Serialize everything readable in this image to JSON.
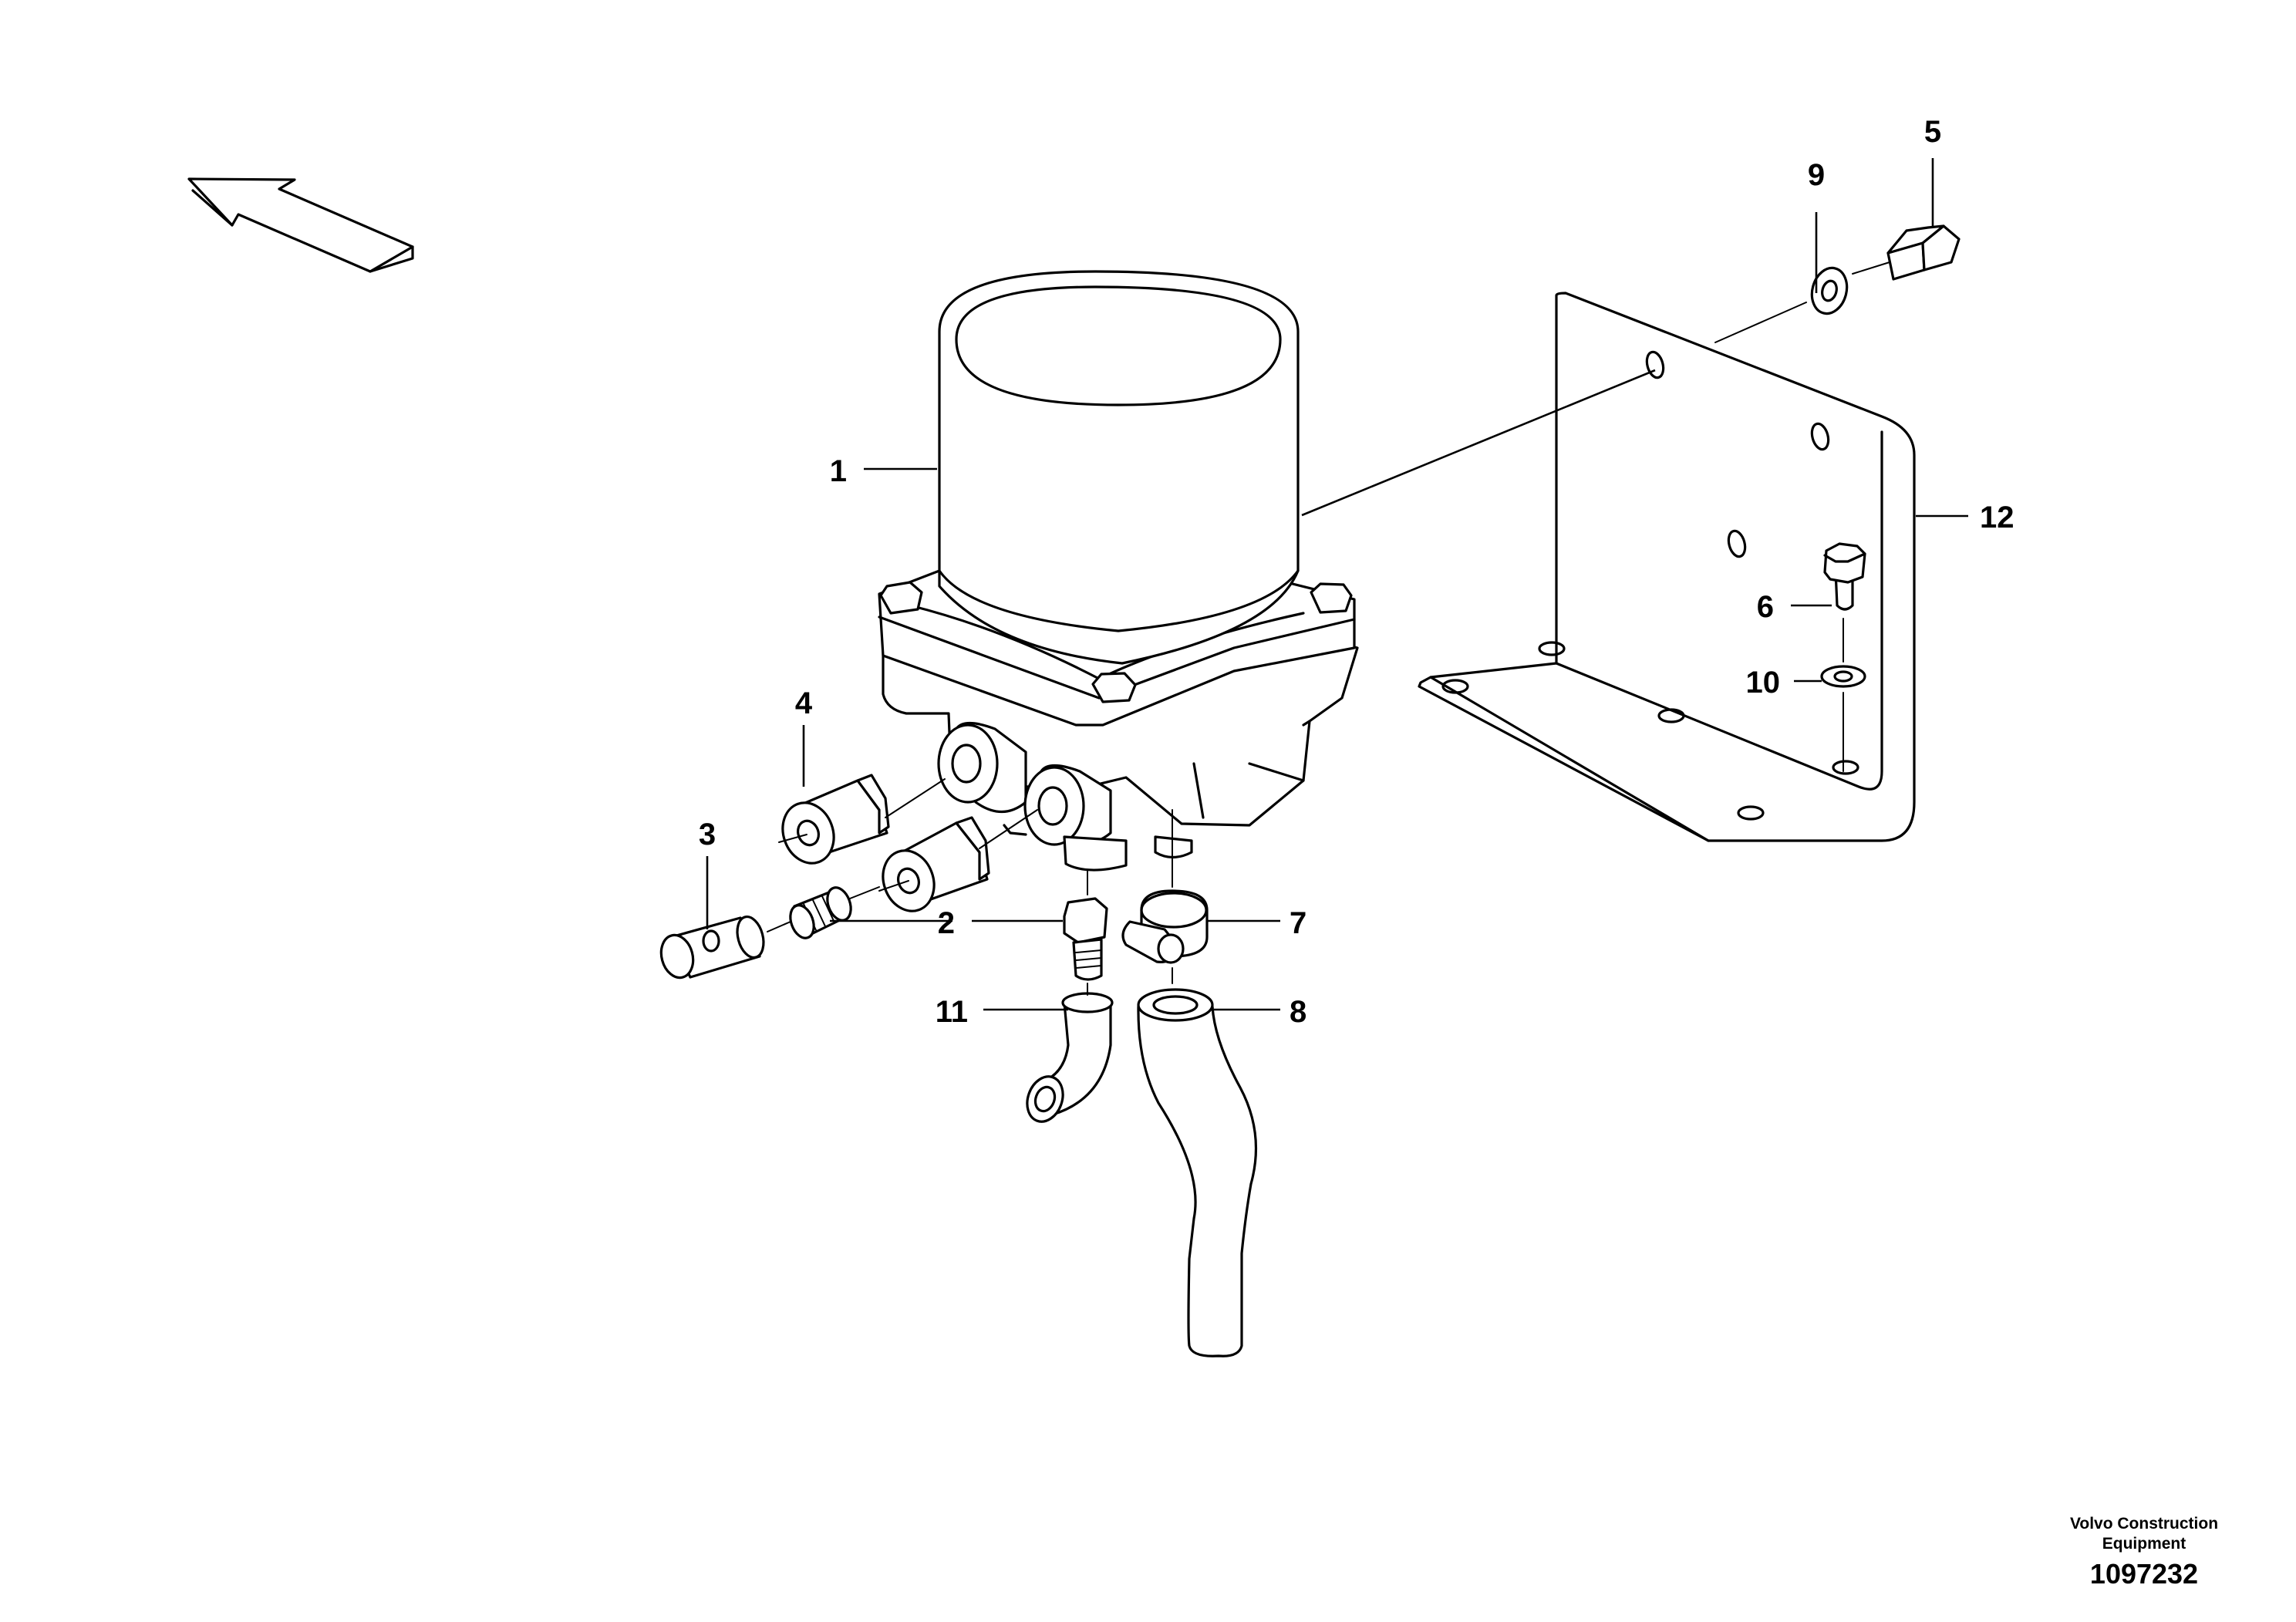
{
  "callouts": [
    {
      "id": "1",
      "label": "1"
    },
    {
      "id": "2",
      "label": "2"
    },
    {
      "id": "3",
      "label": "3"
    },
    {
      "id": "4",
      "label": "4"
    },
    {
      "id": "5",
      "label": "5"
    },
    {
      "id": "6",
      "label": "6"
    },
    {
      "id": "7",
      "label": "7"
    },
    {
      "id": "8",
      "label": "8"
    },
    {
      "id": "9",
      "label": "9"
    },
    {
      "id": "10",
      "label": "10"
    },
    {
      "id": "11",
      "label": "11"
    },
    {
      "id": "12",
      "label": "12"
    }
  ],
  "footer": {
    "company_line1": "Volvo Construction",
    "company_line2": "Equipment",
    "drawing_number": "1097232"
  },
  "icons": {
    "direction_arrow": "direction-arrow-icon"
  },
  "colors": {
    "line": "#000000",
    "background": "#ffffff"
  }
}
